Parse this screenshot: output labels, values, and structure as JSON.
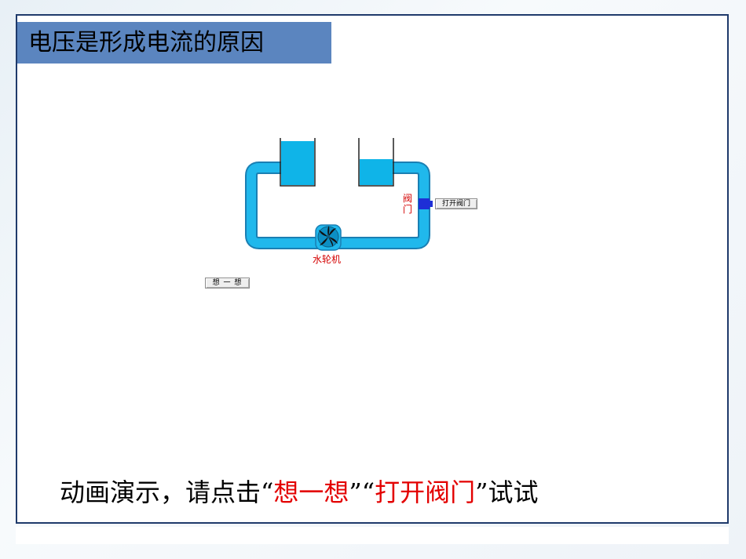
{
  "slide": {
    "title": "电压是形成电流的原因"
  },
  "diagram": {
    "valve_label": "阀\n门",
    "turbine_label": "水轮机",
    "water_color": "#0fb4e8",
    "pipe_color": "#20b8ec",
    "valve_color": "#1e2fd6"
  },
  "buttons": {
    "open_valve": "打开阀门",
    "think": "想 一 想"
  },
  "instruction": {
    "prefix": "动画演示，请点击“",
    "think": "想一想",
    "middle": "”“",
    "open_valve": "打开阀门",
    "suffix": "”试试"
  }
}
